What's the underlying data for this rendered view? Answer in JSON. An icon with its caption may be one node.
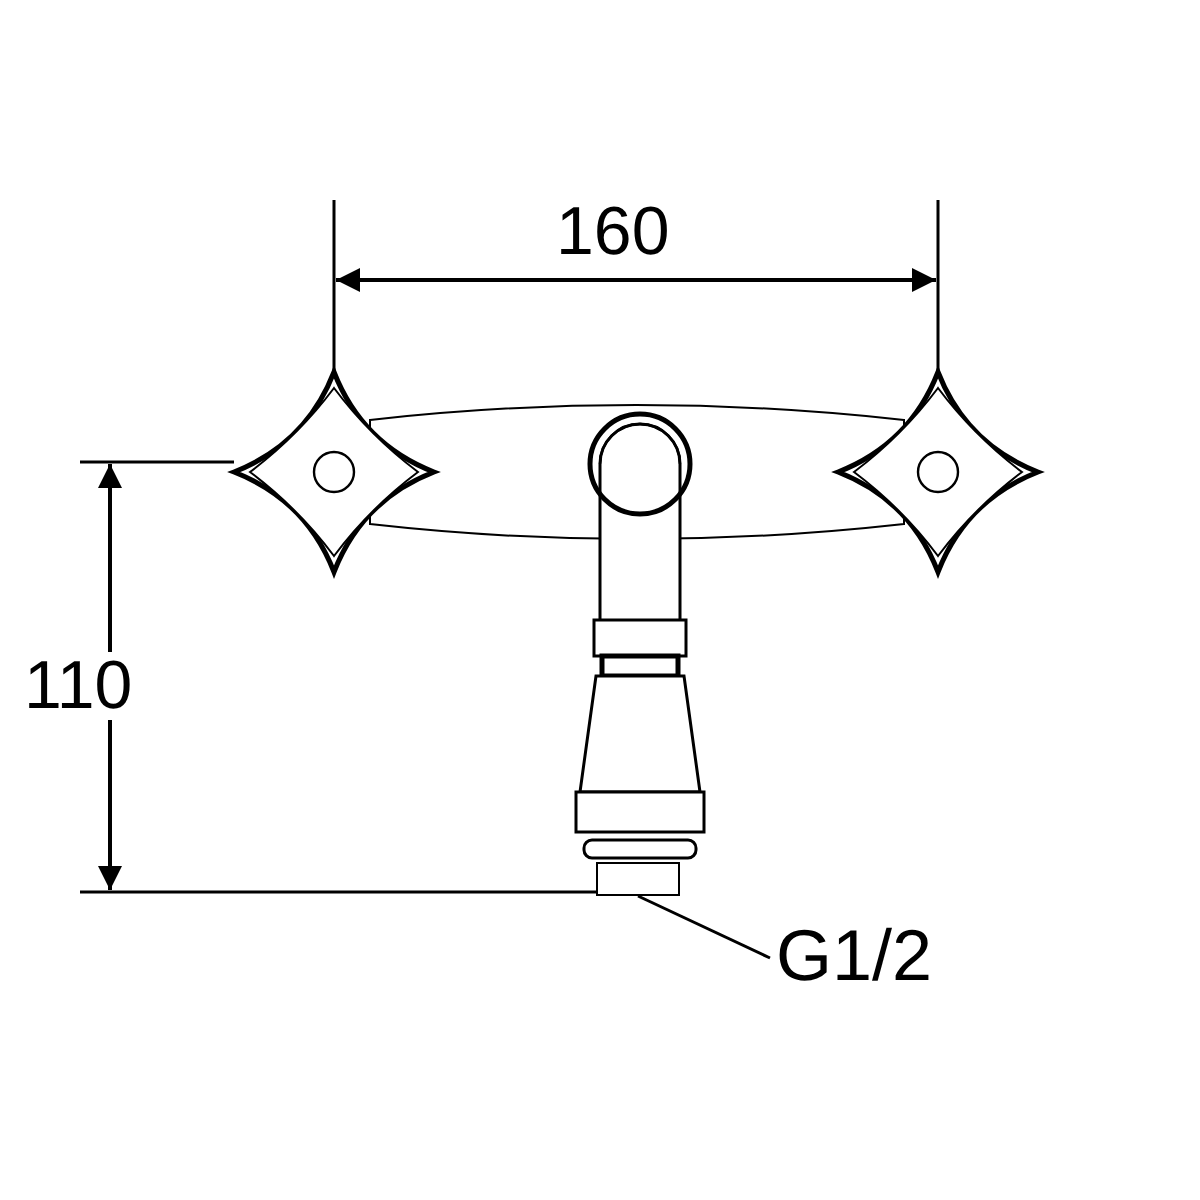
{
  "diagram": {
    "nodes": [
      {
        "text": [
          "G1/2"
        ]
      },
      {
        "text": [],
        "shape": "box"
      }
    ],
    "edges": [
      {
        "from": 0,
        "to": 1,
        "arrow": "none"
      }
    ],
    "labels": [
      "160",
      "110"
    ]
  }
}
